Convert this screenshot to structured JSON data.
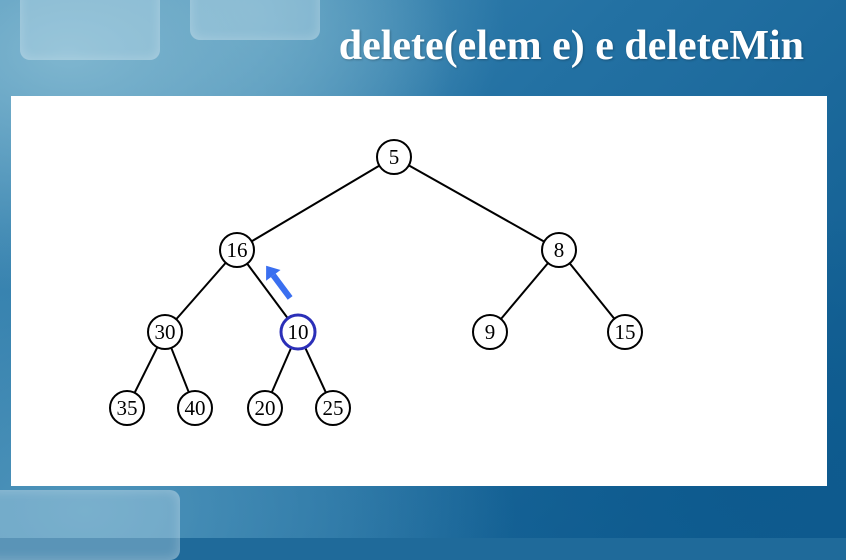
{
  "slide": {
    "title": "delete(elem e) e deleteMin"
  },
  "colors": {
    "highlight_node": "#2b2fb8",
    "arrow": "#3a6ff0"
  },
  "tree": {
    "nodes": [
      {
        "id": "n5",
        "label": "5"
      },
      {
        "id": "n16",
        "label": "16"
      },
      {
        "id": "n8",
        "label": "8"
      },
      {
        "id": "n30",
        "label": "30"
      },
      {
        "id": "n10",
        "label": "10",
        "highlighted": true
      },
      {
        "id": "n9",
        "label": "9"
      },
      {
        "id": "n15",
        "label": "15"
      },
      {
        "id": "n35",
        "label": "35"
      },
      {
        "id": "n40",
        "label": "40"
      },
      {
        "id": "n20",
        "label": "20"
      },
      {
        "id": "n25",
        "label": "25"
      }
    ],
    "edges": [
      [
        "n5",
        "n16"
      ],
      [
        "n5",
        "n8"
      ],
      [
        "n16",
        "n30"
      ],
      [
        "n16",
        "n10"
      ],
      [
        "n8",
        "n9"
      ],
      [
        "n8",
        "n15"
      ],
      [
        "n30",
        "n35"
      ],
      [
        "n30",
        "n40"
      ],
      [
        "n10",
        "n20"
      ],
      [
        "n10",
        "n25"
      ]
    ],
    "arrow": {
      "from": "n10",
      "to": "n16",
      "meaning": "sift-up"
    }
  }
}
